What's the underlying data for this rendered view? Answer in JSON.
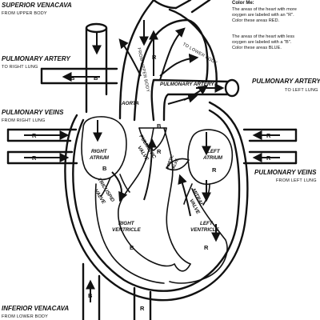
{
  "labels": {
    "superior_venacava": "SUPERIOR VENACAVA",
    "from_upper_body": "FROM UPPER BODY",
    "pulmonary_artery_left": "PULMONARY ARTERY",
    "to_right_lung": "TO RIGHT LUNG",
    "pulmonary_veins_left": "PULMONARY VEINS",
    "from_right_lung": "FROM RIGHT LUNG",
    "inferior_venacava": "INFERIOR VENACAVA",
    "from_lower_body": "FROM LOWER BODY",
    "pulmonary_artery_right": "PULMONARY ARTERY",
    "to_left_lung": "TO LEFT LUNG",
    "pulmonary_veins_right": "PULMONARY VEINS",
    "from_left_lung": "FROM LEFT LUNG",
    "from_upper_body_vessel": "FROM UPPER BODY",
    "to_lower_body": "TO LOWER BODY",
    "aorta": "AORTA",
    "pulmonary_artery_center": "PULMONARY ARTERY",
    "right_atrium_1": "RIGHT",
    "right_atrium_2": "ATRIUM",
    "left_atrium_1": "LEFT",
    "left_atrium_2": "ATRIUM",
    "pulmonic_valve_1": "PULMONIC",
    "pulmonic_valve_2": "VALVE",
    "aortic_valve_1": "AORTIC",
    "aortic_valve_2": "VALVE",
    "tricuspid_valve_1": "TRICUSPID",
    "tricuspid_valve_2": "VALVE",
    "mitral_valve_1": "MITRAL",
    "mitral_valve_2": "VALVE",
    "right_ventricle_1": "RIGHT",
    "right_ventricle_2": "VENTRICLE",
    "left_ventricle_1": "LEFT",
    "left_ventricle_2": "VENTRICLE"
  },
  "markers": {
    "b": "B",
    "r": "R"
  },
  "legend": {
    "title": "Color Me:",
    "red_1": "The areas of the heart with more",
    "red_2": "oxygen are labeled with an \"R\".",
    "red_3": "Color these areas RED.",
    "blue_1": "The areas of the heart with less",
    "blue_2": "oxygen are labeled with a \"B\".",
    "blue_3": "Color these areas BLUE."
  }
}
